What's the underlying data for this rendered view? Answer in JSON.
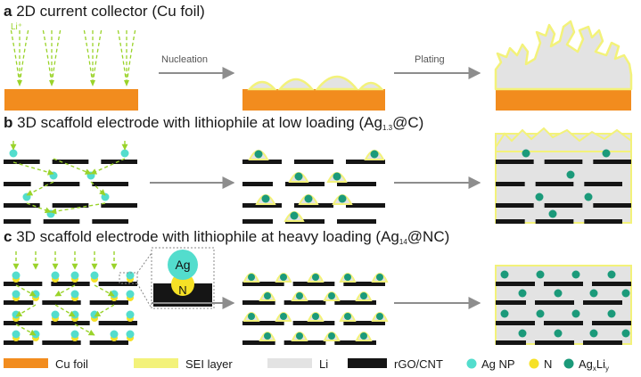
{
  "panel_a": {
    "letter": "a",
    "title": "2D current collector (Cu foil)",
    "ion_label": "Li⁺",
    "arrow1_label": "Nucleation",
    "arrow2_label": "Plating"
  },
  "panel_b": {
    "letter": "b",
    "title": "3D scaffold electrode with lithiophile at low loading (Ag",
    "title_sub": "1.3",
    "title_end": "@C)"
  },
  "panel_c": {
    "letter": "c",
    "title": "3D scaffold electrode with lithiophile at heavy loading (Ag",
    "title_sub": "14",
    "title_end": "@NC)",
    "inset_ag": "Ag",
    "inset_n": "N"
  },
  "legend": [
    {
      "label": "Cu foil",
      "symbol": "bar",
      "color": "#f28c1e"
    },
    {
      "label": "SEI layer",
      "symbol": "bar",
      "color": "#f3f27a"
    },
    {
      "label": "Li",
      "symbol": "bar",
      "color": "#e3e3e3"
    },
    {
      "label": "rGO/CNT",
      "symbol": "bar",
      "color": "#151515"
    },
    {
      "label": "Ag NP",
      "symbol": "dot",
      "color": "#53ddcd"
    },
    {
      "label": "N",
      "symbol": "dot",
      "color": "#f6e126"
    },
    {
      "label": "Ag",
      "sub1": "x",
      "mid": "Li",
      "sub2": "y",
      "symbol": "dot",
      "color": "#1b9a7a"
    }
  ],
  "colors": {
    "cu": "#f28c1e",
    "sei": "#f3f27a",
    "li": "#e3e3e3",
    "rgo": "#151515",
    "agnp": "#53ddcd",
    "n": "#f6e126",
    "agli": "#1b9a7a",
    "arrow": "#8d8d8d",
    "flux": "#9ad32a"
  }
}
